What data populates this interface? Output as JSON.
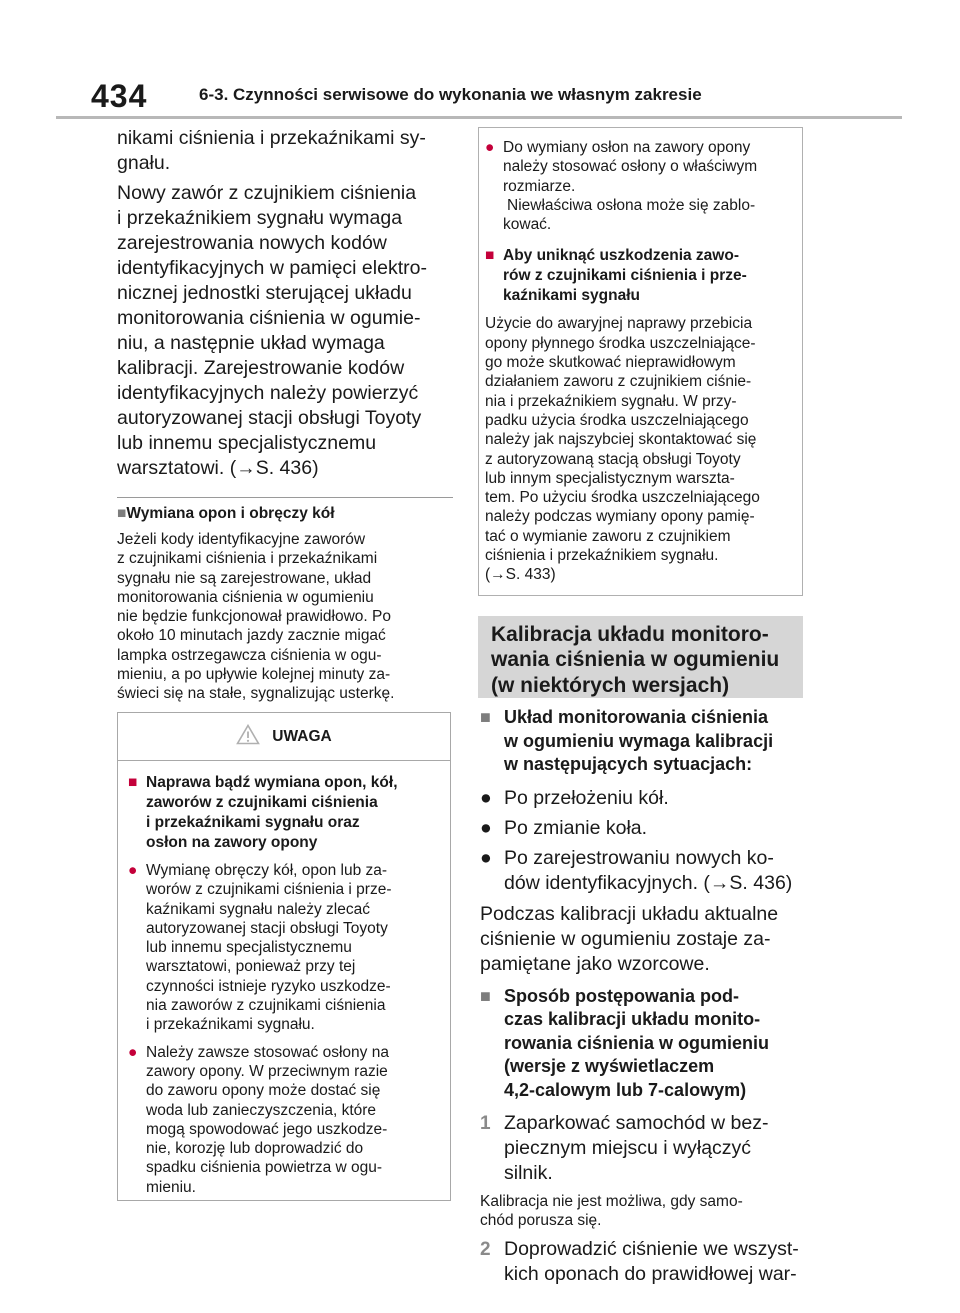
{
  "header": {
    "page_number": "434",
    "chapter": "6-3. Czynności serwisowe do wykonania we własnym zakresie"
  },
  "left": {
    "intro_lines": [
      "nikami ciśnienia i przekaźnikami sy-",
      "gnału."
    ],
    "para_lines": [
      "Nowy zawór z czujnikiem ciśnienia",
      "i przekaźnikiem sygnału wymaga",
      "zarejestrowania nowych kodów",
      "identyfikacyjnych w pamięci elektro-",
      "nicznej jednostki sterującej układu",
      "monitorowania ciśnienia w ogumie-",
      "niu, a następnie układ wymaga",
      "kalibracji. Zarejestrowanie kodów",
      "identyfikacyjnych należy powierzyć",
      "autoryzowanej stacji obsługi Toyoty",
      "lub innemu specjalistycznemu",
      "warsztatowi. (→S. 436)"
    ],
    "section_marker": "■",
    "section_title": "Wymiana opon i obręczy kół",
    "section_lines": [
      "Jeżeli kody identyfikacyjne zaworów",
      "z czujnikami ciśnienia i przekaźnikami",
      "sygnału nie są zarejestrowane, układ",
      "monitorowania ciśnienia w ogumieniu",
      "nie będzie funkcjonował prawidłowo. Po",
      "około 10 minutach jazdy zacznie migać",
      "lampka ostrzegawcza ciśnienia w ogu-",
      "mieniu, a po upływie kolejnej minuty za-",
      "świeci się na stałe, sygnalizując usterkę."
    ]
  },
  "warning": {
    "icon": "warning-triangle-icon",
    "title": "UWAGA",
    "head_marker": "■",
    "head_lines": [
      "Naprawa bądź wymiana opon, kół,",
      "zaworów z czujnikami ciśnienia",
      "i przekaźnikami sygnału oraz",
      "osłon na zawory opony"
    ],
    "bullet_marker": "●",
    "bullet1_lines": [
      "Wymianę obręczy kół, opon lub za-",
      "worów z czujnikami ciśnienia i prze-",
      "kaźnikami sygnału należy zlecać",
      "autoryzowanej stacji obsługi Toyoty",
      "lub innemu specjalistycznemu",
      "warsztatowi, ponieważ przy tej",
      "czynności istnieje ryzyko uszkodze-",
      "nia zaworów z czujnikami ciśnienia",
      "i przekaźnikami sygnału."
    ],
    "bullet2_lines": [
      "Należy zawsze stosować osłony na",
      "zawory opony. W przeciwnym razie",
      "do zaworu opony może dostać się",
      "woda lub zanieczyszczenia, które",
      "mogą spowodować jego uszkodze-",
      "nie, korozję lub doprowadzić do",
      "spadku ciśnienia powietrza w ogu-",
      "mieniu."
    ]
  },
  "note": {
    "bullet_marker": "●",
    "bullet_lines": [
      "Do wymiany osłon na zawory opony",
      "należy stosować osłony o właściwym",
      "rozmiarze.",
      "Niewłaściwa osłona może się zablo-",
      "kować."
    ],
    "head_marker": "■",
    "head_lines": [
      "Aby uniknąć uszkodzenia zawo-",
      "rów z czujnikami ciśnienia i prze-",
      "kaźnikami sygnału"
    ],
    "body_lines": [
      "Użycie do awaryjnej naprawy przebicia",
      "opony płynnego środka uszczelniające-",
      "go może skutkować nieprawidłowym",
      "działaniem zaworu z czujnikiem ciśnie-",
      "nia i przekaźnikiem sygnału. W przy-",
      "padku użycia środka uszczelniającego",
      "należy jak najszybciej skontaktować się",
      "z autoryzowaną stacją obsługi Toyoty",
      "lub innym specjalistycznym warszta-",
      "tem. Po użyciu środka uszczelniającego",
      "należy podczas wymiany opony pamię-",
      "tać o wymianie zaworu z czujnikiem",
      "ciśnienia i przekaźnikiem sygnału.",
      "(→S. 433)"
    ]
  },
  "right": {
    "bar_lines": [
      "Kalibracja układu monitoro-",
      "wania ciśnienia w ogumieniu",
      "(w niektórych wersjach)"
    ],
    "sub1_marker": "■",
    "sub1_lines": [
      "Układ monitorowania ciśnienia",
      "w ogumieniu wymaga kalibracji",
      "w następujących sytuacjach:"
    ],
    "bullet_marker": "●",
    "bullets": [
      [
        "Po przełożeniu kół."
      ],
      [
        "Po zmianie koła."
      ],
      [
        "Po zarejestrowaniu nowych ko-",
        "dów identyfikacyjnych. (→S. 436)"
      ]
    ],
    "para_lines": [
      "Podczas kalibracji układu aktualne",
      "ciśnienie w ogumieniu zostaje za-",
      "pamiętane jako wzorcowe."
    ],
    "sub2_marker": "■",
    "sub2_lines": [
      "Sposób postępowania pod-",
      "czas kalibracji układu monito-",
      "rowania ciśnienia w ogumieniu",
      "(wersje z wyświetlaczem",
      "4,2-calowym lub 7-calowym)"
    ],
    "step1_number": "1",
    "step1_lines": [
      "Zaparkować samochód w bez-",
      "piecznym miejscu i wyłączyć silnik."
    ],
    "step1_note_lines": [
      "Kalibracja nie jest możliwa, gdy samo-",
      "chód porusza się."
    ],
    "step2_number": "2",
    "step2_lines": [
      "Doprowadzić ciśnienie we wszyst-",
      "kich oponach do prawidłowej war-"
    ]
  }
}
